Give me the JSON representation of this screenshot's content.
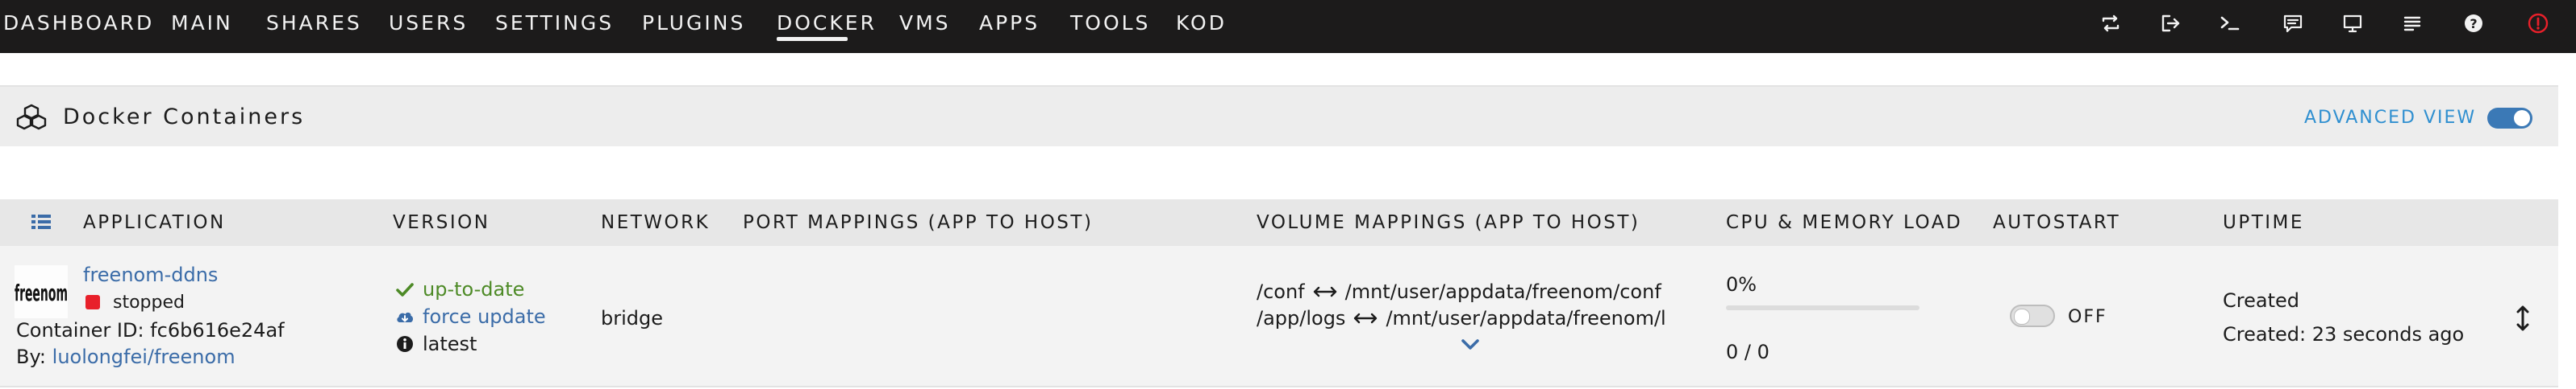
{
  "nav": {
    "items": [
      "DASHBOARD",
      "MAIN",
      "SHARES",
      "USERS",
      "SETTINGS",
      "PLUGINS",
      "DOCKER",
      "VMS",
      "APPS",
      "TOOLS",
      "KOD"
    ],
    "active": "DOCKER",
    "right_icons": [
      "switch-icon",
      "logout-icon",
      "terminal-icon",
      "feedback-icon",
      "desktop-icon",
      "log-icon",
      "help-icon",
      "alert-icon"
    ]
  },
  "section": {
    "title": "Docker Containers",
    "icon": "cubes-icon",
    "advanced_view_label": "ADVANCED VIEW",
    "advanced_view_on": true
  },
  "table": {
    "columns": [
      "APPLICATION",
      "VERSION",
      "NETWORK",
      "PORT MAPPINGS (APP TO HOST)",
      "VOLUME MAPPINGS (APP TO HOST)",
      "CPU & MEMORY LOAD",
      "AUTOSTART",
      "UPTIME"
    ],
    "rows": [
      {
        "name": "freenom-ddns",
        "logo_text": "freenom",
        "status": "stopped",
        "status_color": "#e8202a",
        "container_id": "Container ID: fc6b616e24af",
        "by_label": "By:",
        "author": "luolongfei/freenom",
        "version_status": "up-to-date",
        "version_action": "force update",
        "version_tag": "latest",
        "network": "bridge",
        "port_mappings": "",
        "volumes": [
          {
            "app": "/conf",
            "host": "/mnt/user/appdata/freenom/conf"
          },
          {
            "app": "/app/logs",
            "host": "/mnt/user/appdata/freenom/l"
          }
        ],
        "cpu": "0%",
        "cpu_fraction": 0,
        "memory": "0 / 0",
        "autostart_label": "OFF",
        "autostart_on": false,
        "uptime_status": "Created",
        "uptime_detail": "Created: 23 seconds ago"
      }
    ]
  },
  "colors": {
    "navbar_bg": "#1c1b1b",
    "accent": "#2f8fd0",
    "link": "#3b6ca8",
    "ok_green": "#4d8a26",
    "danger": "#e8202a"
  }
}
